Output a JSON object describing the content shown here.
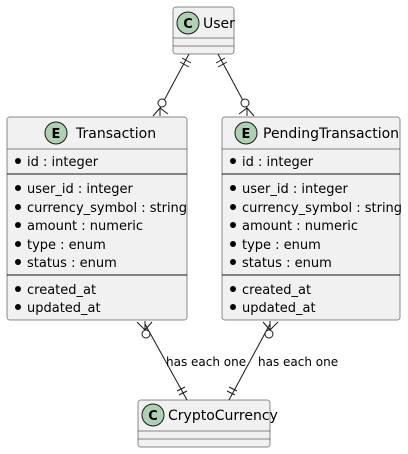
{
  "diagram": {
    "user": {
      "stereotype": "C",
      "name": "User"
    },
    "transaction": {
      "stereotype": "E",
      "name": "Transaction",
      "key_fields": [
        "id : integer"
      ],
      "attributes": [
        "user_id : integer",
        "currency_symbol : string",
        "amount : numeric",
        "type : enum",
        "status : enum"
      ],
      "timestamps": [
        "created_at",
        "updated_at"
      ]
    },
    "pending_transaction": {
      "stereotype": "E",
      "name": "PendingTransaction",
      "key_fields": [
        "id : integer"
      ],
      "attributes": [
        "user_id : integer",
        "currency_symbol : string",
        "amount : numeric",
        "type : enum",
        "status : enum"
      ],
      "timestamps": [
        "created_at",
        "updated_at"
      ]
    },
    "crypto_currency": {
      "stereotype": "C",
      "name": "CryptoCurrency"
    },
    "relations": {
      "transaction_to_crypto": "has each one",
      "pending_to_crypto": "has each one"
    },
    "colors": {
      "box_fill": "#f1f1f1",
      "border": "#181818",
      "badge_fill": "#add1b2"
    }
  }
}
